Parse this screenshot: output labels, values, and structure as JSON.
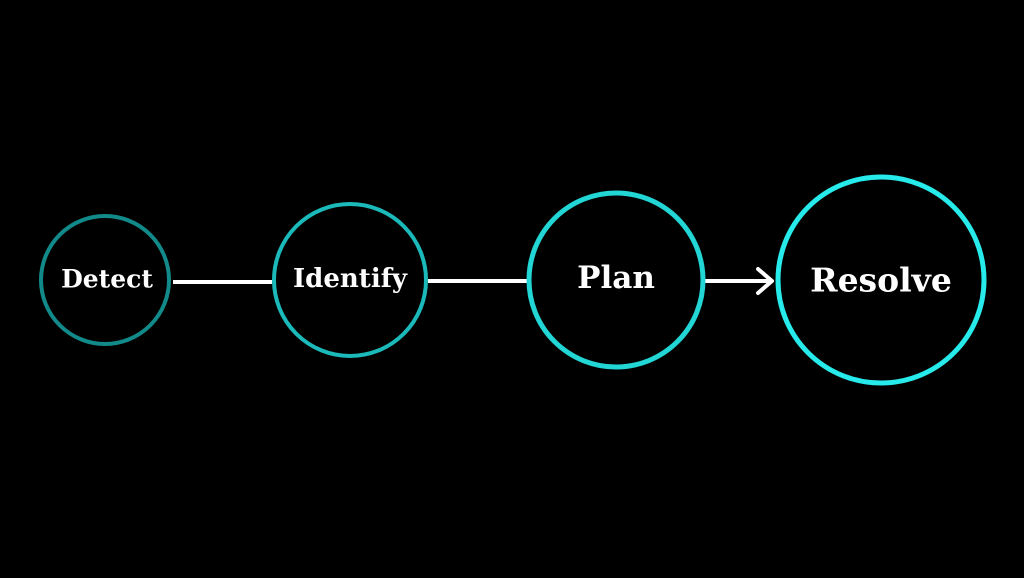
{
  "diagram": {
    "type": "process-flow",
    "colors": {
      "background": "#000000",
      "connector": "#ffffff",
      "label": "#ffffff"
    },
    "steps": [
      {
        "label": "Detect",
        "ring_color": "#138a8a"
      },
      {
        "label": "Identify",
        "ring_color": "#1bb9b9"
      },
      {
        "label": "Plan",
        "ring_color": "#22d6d6"
      },
      {
        "label": "Resolve",
        "ring_color": "#27eaea"
      }
    ],
    "connectors": [
      {
        "from": "Detect",
        "to": "Identify",
        "arrowhead": false
      },
      {
        "from": "Identify",
        "to": "Plan",
        "arrowhead": false
      },
      {
        "from": "Plan",
        "to": "Resolve",
        "arrowhead": true
      }
    ]
  }
}
